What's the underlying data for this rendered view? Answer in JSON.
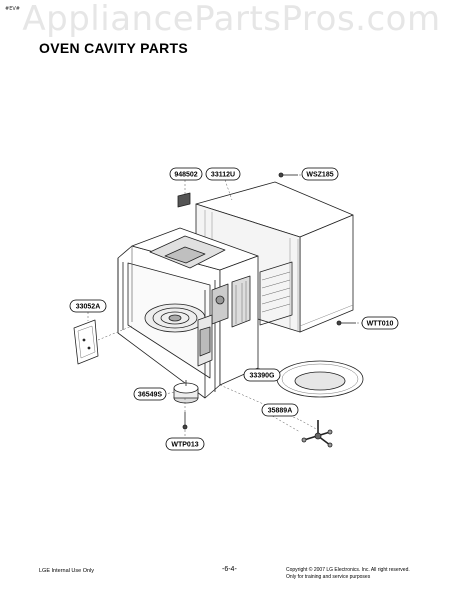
{
  "header": {
    "corner_code": "#EV#",
    "watermark": "AppliancePartsPros.com",
    "title": "OVEN CAVITY PARTS"
  },
  "parts": [
    {
      "label": "948502"
    },
    {
      "label": "33112U"
    },
    {
      "label": "WSZ185"
    },
    {
      "label": "33052A"
    },
    {
      "label": "WTT010"
    },
    {
      "label": "33390G"
    },
    {
      "label": "36549S"
    },
    {
      "label": "35889A"
    },
    {
      "label": "WTP013"
    }
  ],
  "footer": {
    "left": "LGE Internal Use Only",
    "page": "-6-4-",
    "copyright_line1": "Copyright © 2007 LG Electronics. Inc. All right reserved.",
    "copyright_line2": "Only for training and service purposes"
  }
}
